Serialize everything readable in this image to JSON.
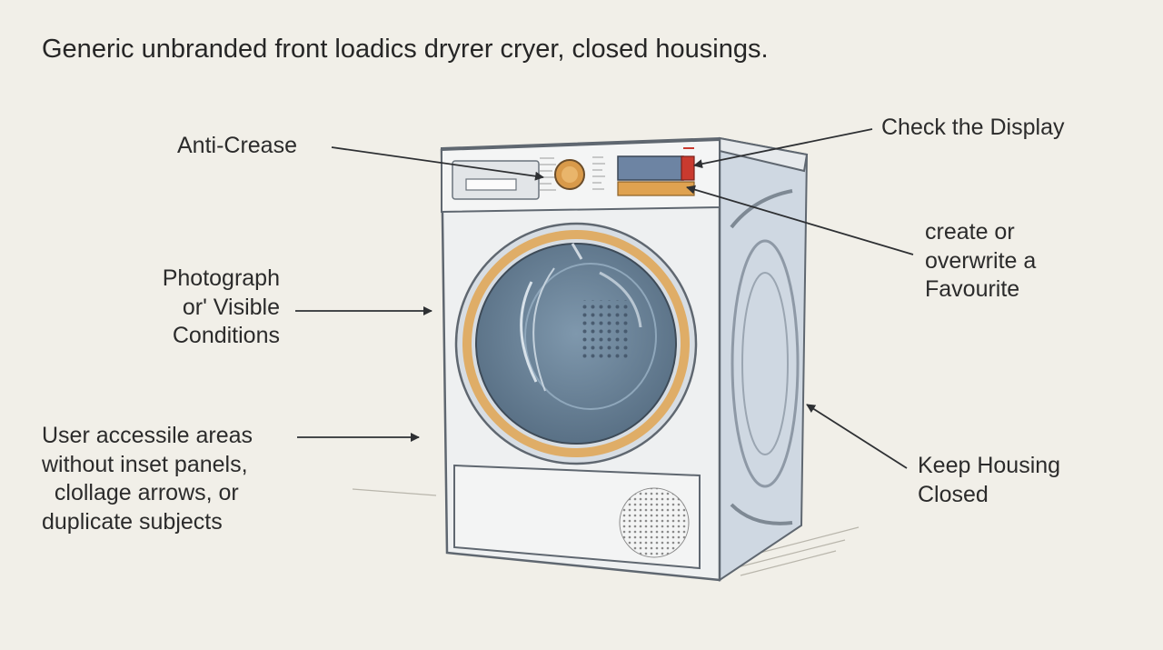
{
  "title": "Generic unbranded front loadics dryrer cryer, closed housings.",
  "labels": {
    "anti_crease": "Anti-Crease",
    "check_display": "Check the Display",
    "favourite": "create or\noverwrite a\nFavourite",
    "photograph": "Photograph\nor' Visible\nConditions",
    "user_areas": "User accessile areas\nwithout inset panels,\n  clollage arrows, or\nduplicate subjects",
    "keep_housing": "Keep Housing\nClosed"
  },
  "colors": {
    "background": "#f1efe8",
    "ink": "#2b2b2b",
    "door_ring": "#e0a451",
    "drum": "#667f96",
    "display_red": "#c93a2f",
    "display_orange": "#dfa250"
  }
}
